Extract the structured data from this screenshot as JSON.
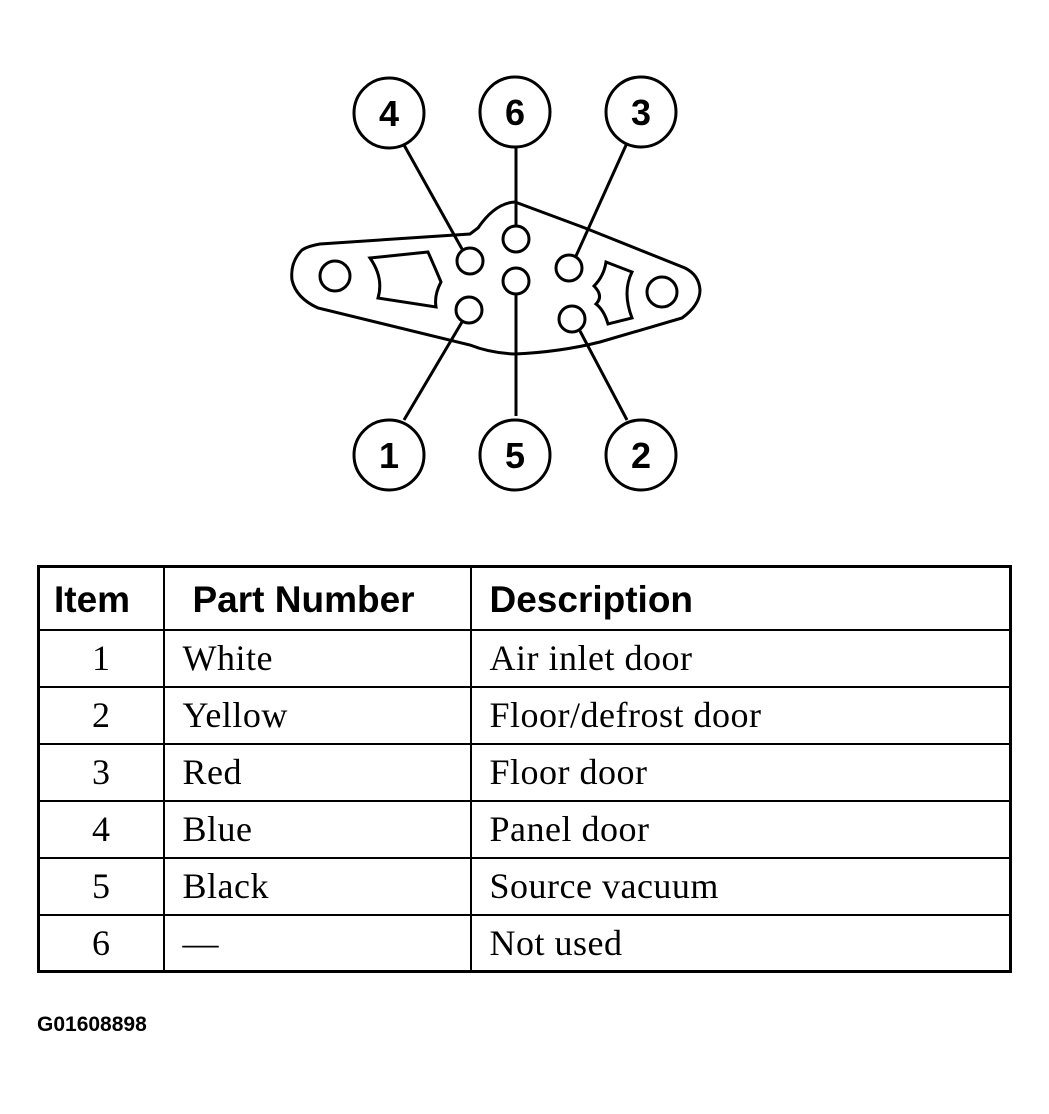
{
  "diagram": {
    "callouts": [
      "1",
      "2",
      "3",
      "4",
      "5",
      "6"
    ]
  },
  "table": {
    "headers": {
      "item": "Item",
      "part_number": "Part Number",
      "description": "Description"
    },
    "rows": [
      {
        "item": "1",
        "part_number": "White",
        "description": "Air inlet door"
      },
      {
        "item": "2",
        "part_number": "Yellow",
        "description": "Floor/defrost door"
      },
      {
        "item": "3",
        "part_number": "Red",
        "description": "Floor door"
      },
      {
        "item": "4",
        "part_number": "Blue",
        "description": "Panel door"
      },
      {
        "item": "5",
        "part_number": "Black",
        "description": "Source vacuum"
      },
      {
        "item": "6",
        "part_number": "—",
        "description": "Not used"
      }
    ]
  },
  "figure_id": "G01608898"
}
